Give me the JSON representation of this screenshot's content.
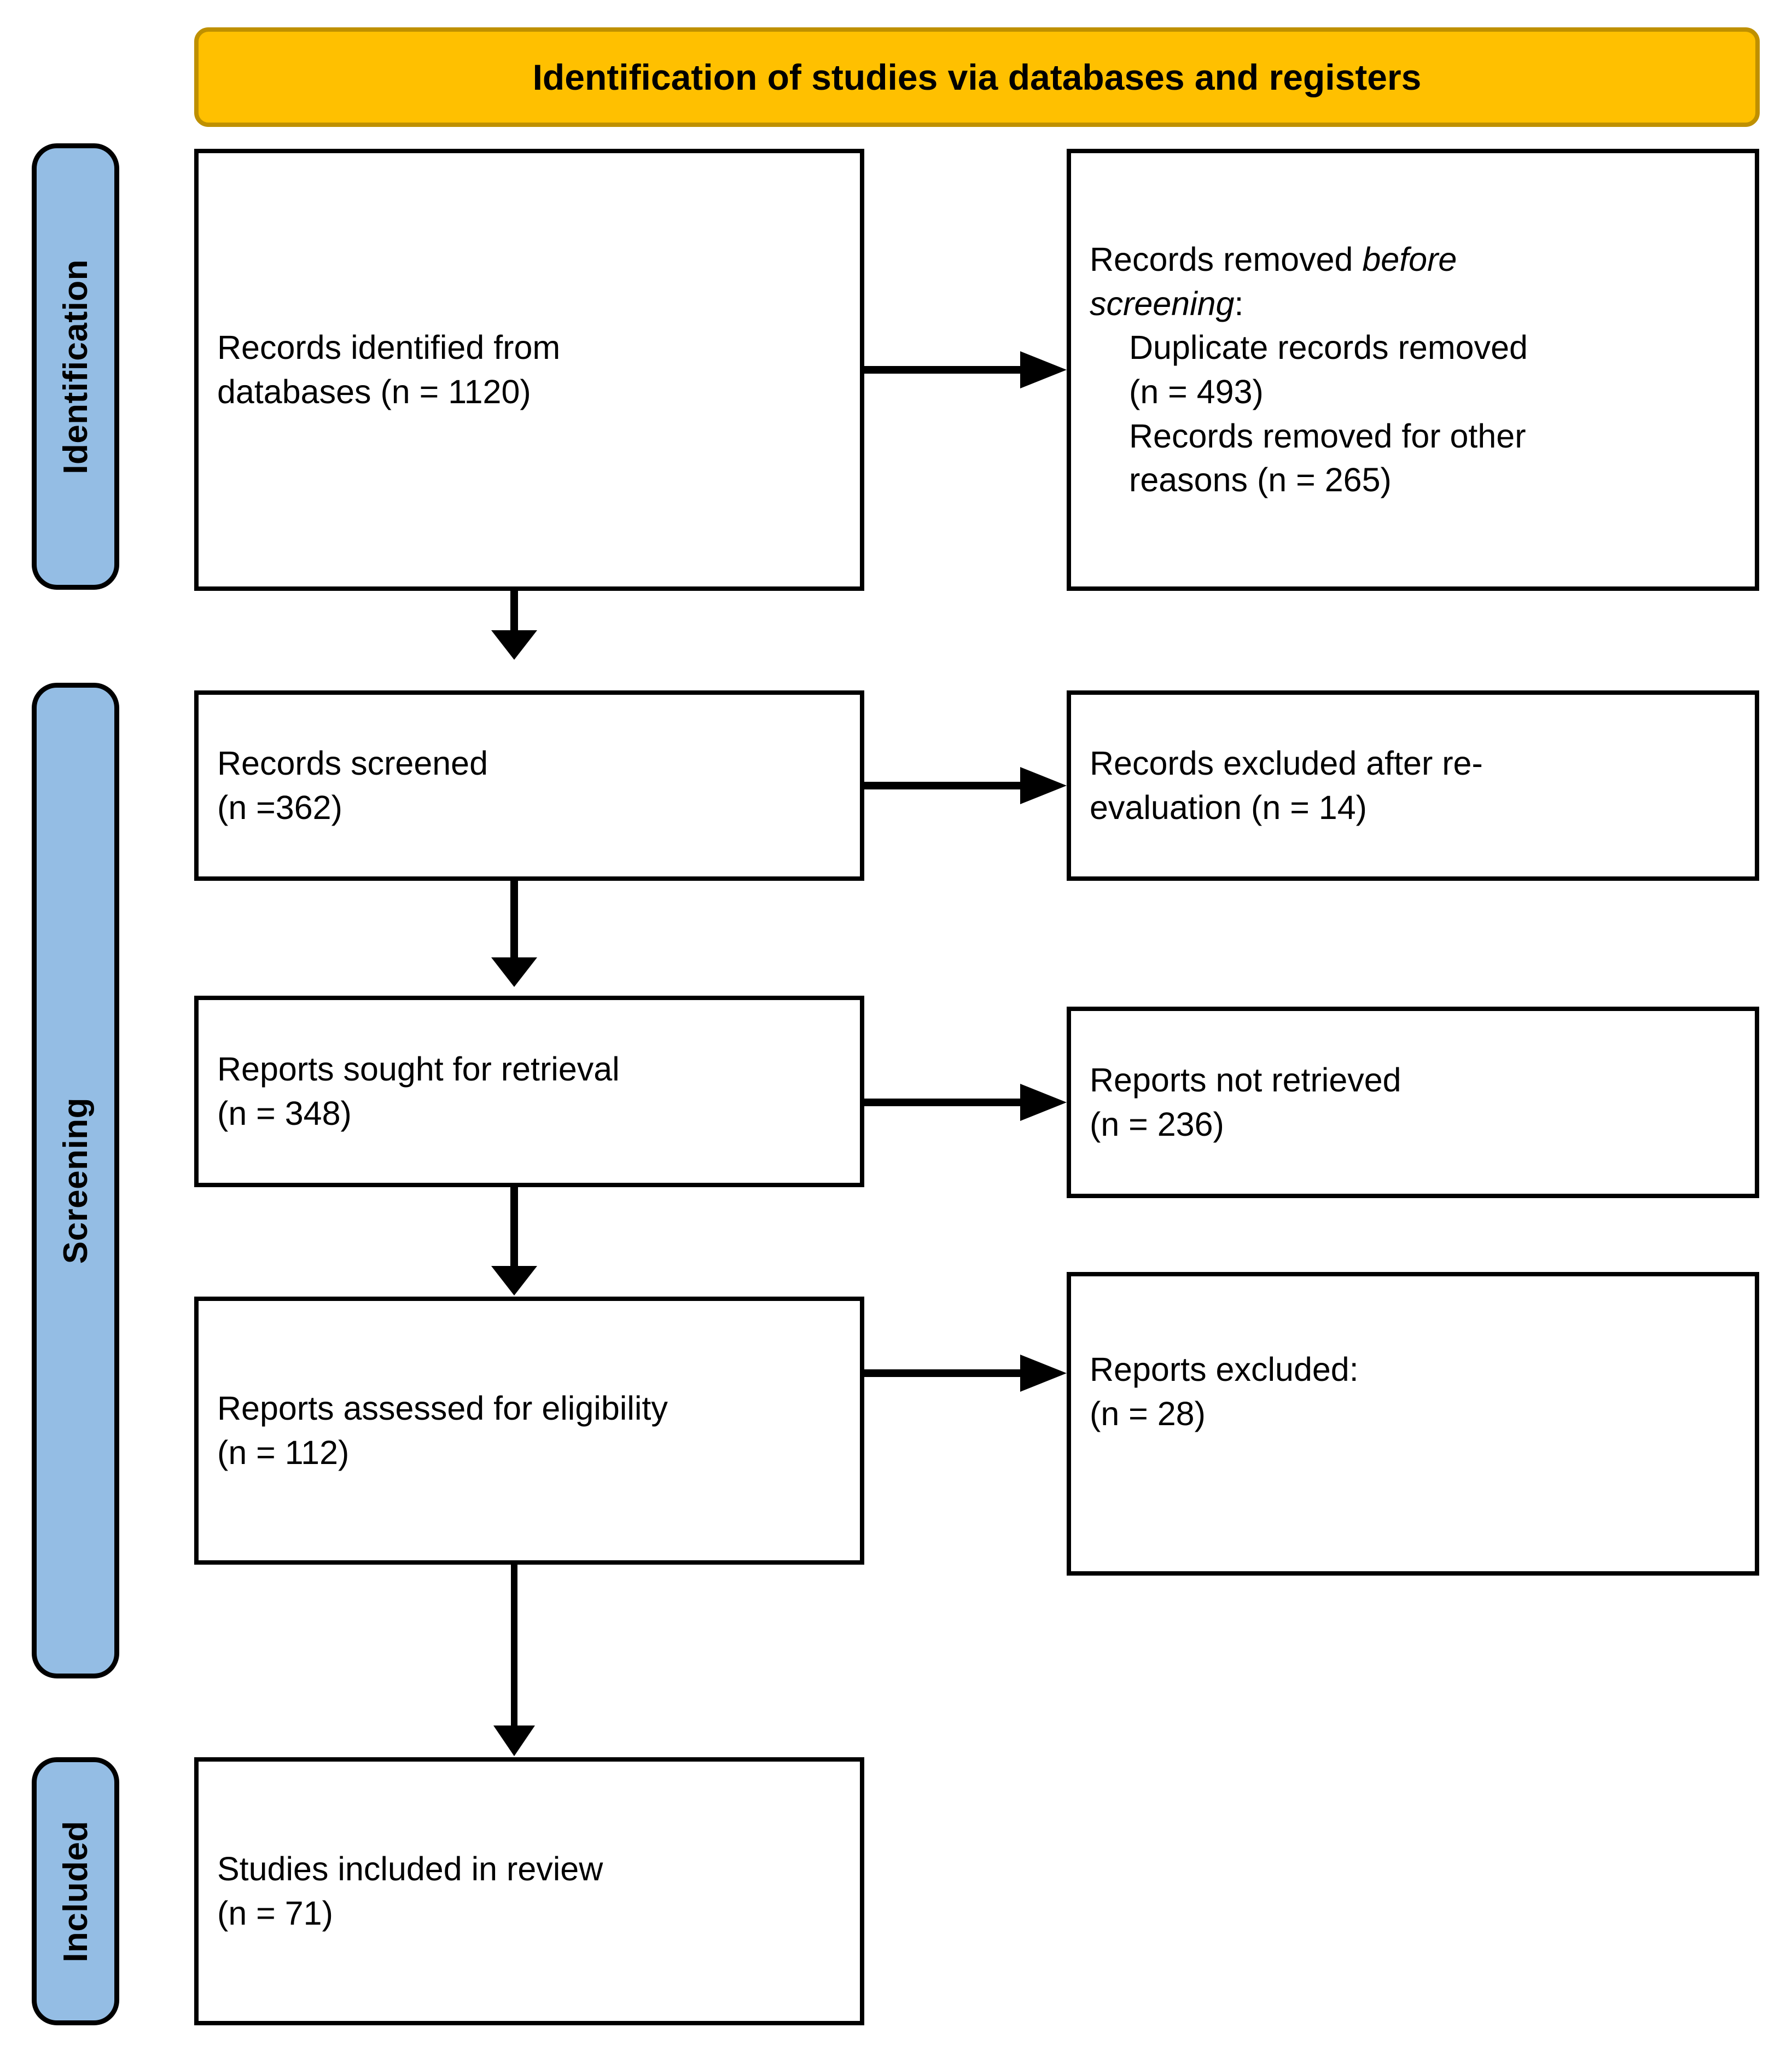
{
  "banner": {
    "title": "Identification of studies via databases and registers"
  },
  "phases": [
    {
      "id": "identification",
      "label": "Identification"
    },
    {
      "id": "screening",
      "label": "Screening"
    },
    {
      "id": "included",
      "label": "Included"
    }
  ],
  "boxes": {
    "records_identified": {
      "line1": "Records identified from",
      "line2": "databases (n = 1120)"
    },
    "records_removed": {
      "line1_prefix": "Records removed ",
      "line1_italic": "before",
      "line2_italic": "screening",
      "line2_suffix": ":",
      "line3": "Duplicate records removed",
      "line4": "(n = 493)",
      "line5": "Records removed for other",
      "line6": "reasons (n = 265)"
    },
    "records_screened": {
      "line1": "Records screened",
      "line2": "(n =362)"
    },
    "records_excluded": {
      "line1": "Records excluded after re-",
      "line2": "evaluation (n = 14)"
    },
    "reports_sought": {
      "line1": "Reports sought for retrieval",
      "line2": "(n = 348)"
    },
    "reports_not_retrieved": {
      "line1": "Reports not retrieved",
      "line2": "(n = 236)"
    },
    "reports_assessed": {
      "line1": "Reports assessed for eligibility",
      "line2": "(n = 112)"
    },
    "reports_excluded": {
      "line1": "Reports excluded:",
      "line2": "(n = 28)"
    },
    "studies_included": {
      "line1": "Studies included in review",
      "line2": "(n = 71)"
    }
  },
  "colors": {
    "banner_fill": "#FFC000",
    "banner_border": "#BF9000",
    "phase_fill": "#94BDE4",
    "line": "#000000",
    "box_fill": "#FFFFFF"
  },
  "chart_data": {
    "type": "diagram",
    "title": "Identification of studies via databases and registers",
    "flow": [
      {
        "stage": "Identification",
        "node": "Records identified from databases",
        "n": 1120
      },
      {
        "stage": "Identification",
        "node": "Duplicate records removed",
        "n": 493
      },
      {
        "stage": "Identification",
        "node": "Records removed for other reasons",
        "n": 265
      },
      {
        "stage": "Screening",
        "node": "Records screened",
        "n": 362
      },
      {
        "stage": "Screening",
        "node": "Records excluded after re-evaluation",
        "n": 14
      },
      {
        "stage": "Screening",
        "node": "Reports sought for retrieval",
        "n": 348
      },
      {
        "stage": "Screening",
        "node": "Reports not retrieved",
        "n": 236
      },
      {
        "stage": "Screening",
        "node": "Reports assessed for eligibility",
        "n": 112
      },
      {
        "stage": "Screening",
        "node": "Reports excluded",
        "n": 28
      },
      {
        "stage": "Included",
        "node": "Studies included in review",
        "n": 71
      }
    ]
  }
}
